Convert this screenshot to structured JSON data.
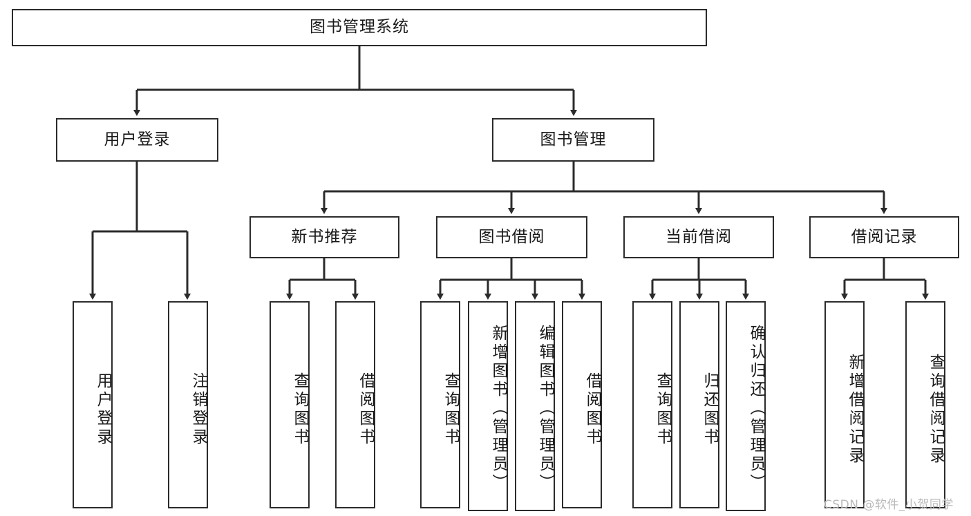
{
  "diagram": {
    "title": "图书管理系统",
    "type": "tree-hierarchy-functional-structure",
    "root": {
      "id": "root",
      "label": "图书管理系统"
    },
    "level2": [
      {
        "id": "user-login",
        "label": "用户登录"
      },
      {
        "id": "book-management",
        "label": "图书管理"
      }
    ],
    "level3": [
      {
        "id": "new-book-recommend",
        "label": "新书推荐",
        "parent": "book-management"
      },
      {
        "id": "book-borrow",
        "label": "图书借阅",
        "parent": "book-management"
      },
      {
        "id": "current-borrow",
        "label": "当前借阅",
        "parent": "book-management"
      },
      {
        "id": "borrow-record",
        "label": "借阅记录",
        "parent": "book-management"
      }
    ],
    "leaves": [
      {
        "id": "leaf-user-login",
        "label": "用户登录",
        "parent": "user-login"
      },
      {
        "id": "leaf-logout-login",
        "label": "注销登录",
        "parent": "user-login"
      },
      {
        "id": "leaf-query-book-1",
        "label": "查询图书",
        "parent": "new-book-recommend"
      },
      {
        "id": "leaf-borrow-book-1",
        "label": "借阅图书",
        "parent": "new-book-recommend"
      },
      {
        "id": "leaf-query-book-2",
        "label": "查询图书",
        "parent": "book-borrow"
      },
      {
        "id": "leaf-add-book",
        "label": "新增图书（管理员）",
        "parent": "book-borrow"
      },
      {
        "id": "leaf-edit-book",
        "label": "编辑图书（管理员）",
        "parent": "book-borrow"
      },
      {
        "id": "leaf-borrow-book-2",
        "label": "借阅图书",
        "parent": "book-borrow"
      },
      {
        "id": "leaf-query-book-3",
        "label": "查询图书",
        "parent": "current-borrow"
      },
      {
        "id": "leaf-return-book",
        "label": "归还图书",
        "parent": "current-borrow"
      },
      {
        "id": "leaf-confirm-return",
        "label": "确认归还（管理员）",
        "parent": "current-borrow"
      },
      {
        "id": "leaf-add-record",
        "label": "新增借阅记录",
        "parent": "borrow-record"
      },
      {
        "id": "leaf-query-record",
        "label": "查询借阅记录",
        "parent": "borrow-record"
      }
    ],
    "colors": {
      "stroke": "#2b2b2b",
      "background": "#ffffff",
      "text": "#1a1a1a",
      "watermark": "#b9b9b9"
    }
  },
  "watermark": {
    "text": "CSDN @软件_小贺同学"
  }
}
